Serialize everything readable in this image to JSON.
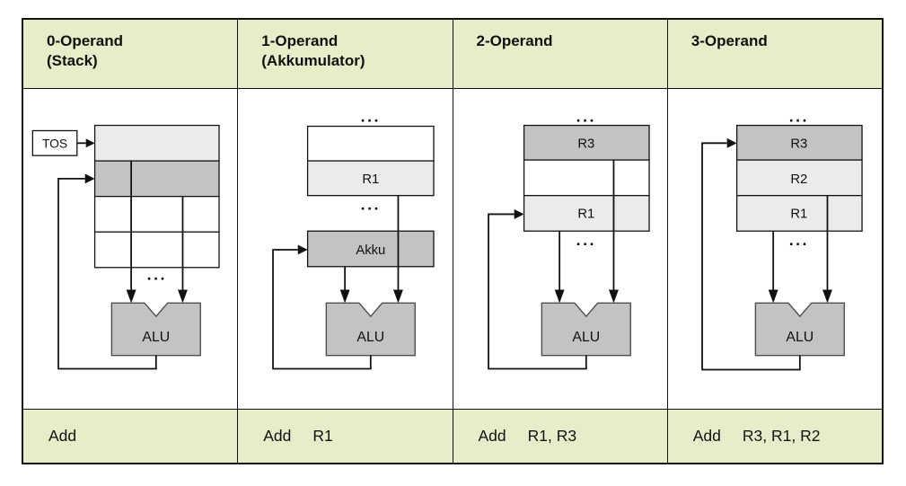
{
  "colors": {
    "band_bg": "#e9ecc8",
    "cell_light": "#ebebeb",
    "cell_mid": "#c3c3c3",
    "cell_white": "#ffffff",
    "alu_fill": "#c3c3c3",
    "line": "#111111"
  },
  "columns": [
    {
      "id": "stack",
      "header_line1": "0-Operand",
      "header_line2": "(Stack)",
      "tos_label": "TOS",
      "ellipsis": "...",
      "alu_label": "ALU",
      "instruction": {
        "mnemonic": "Add",
        "operands": ""
      }
    },
    {
      "id": "akkumulator",
      "header_line1": "1-Operand",
      "header_line2": "(Akkumulator)",
      "ellipsis_top": "...",
      "register_label": "R1",
      "ellipsis_mid": "...",
      "akku_label": "Akku",
      "alu_label": "ALU",
      "instruction": {
        "mnemonic": "Add",
        "operands": "R1"
      }
    },
    {
      "id": "two-operand",
      "header_line1": "2-Operand",
      "header_line2": "",
      "ellipsis_top": "...",
      "registers": [
        "R3",
        "",
        "R1"
      ],
      "ellipsis_bottom": "...",
      "alu_label": "ALU",
      "instruction": {
        "mnemonic": "Add",
        "operands": "R1, R3"
      }
    },
    {
      "id": "three-operand",
      "header_line1": "3-Operand",
      "header_line2": "",
      "ellipsis_top": "...",
      "registers": [
        "R3",
        "R2",
        "R1"
      ],
      "ellipsis_bottom": "...",
      "alu_label": "ALU",
      "instruction": {
        "mnemonic": "Add",
        "operands": "R3, R1, R2"
      }
    }
  ]
}
